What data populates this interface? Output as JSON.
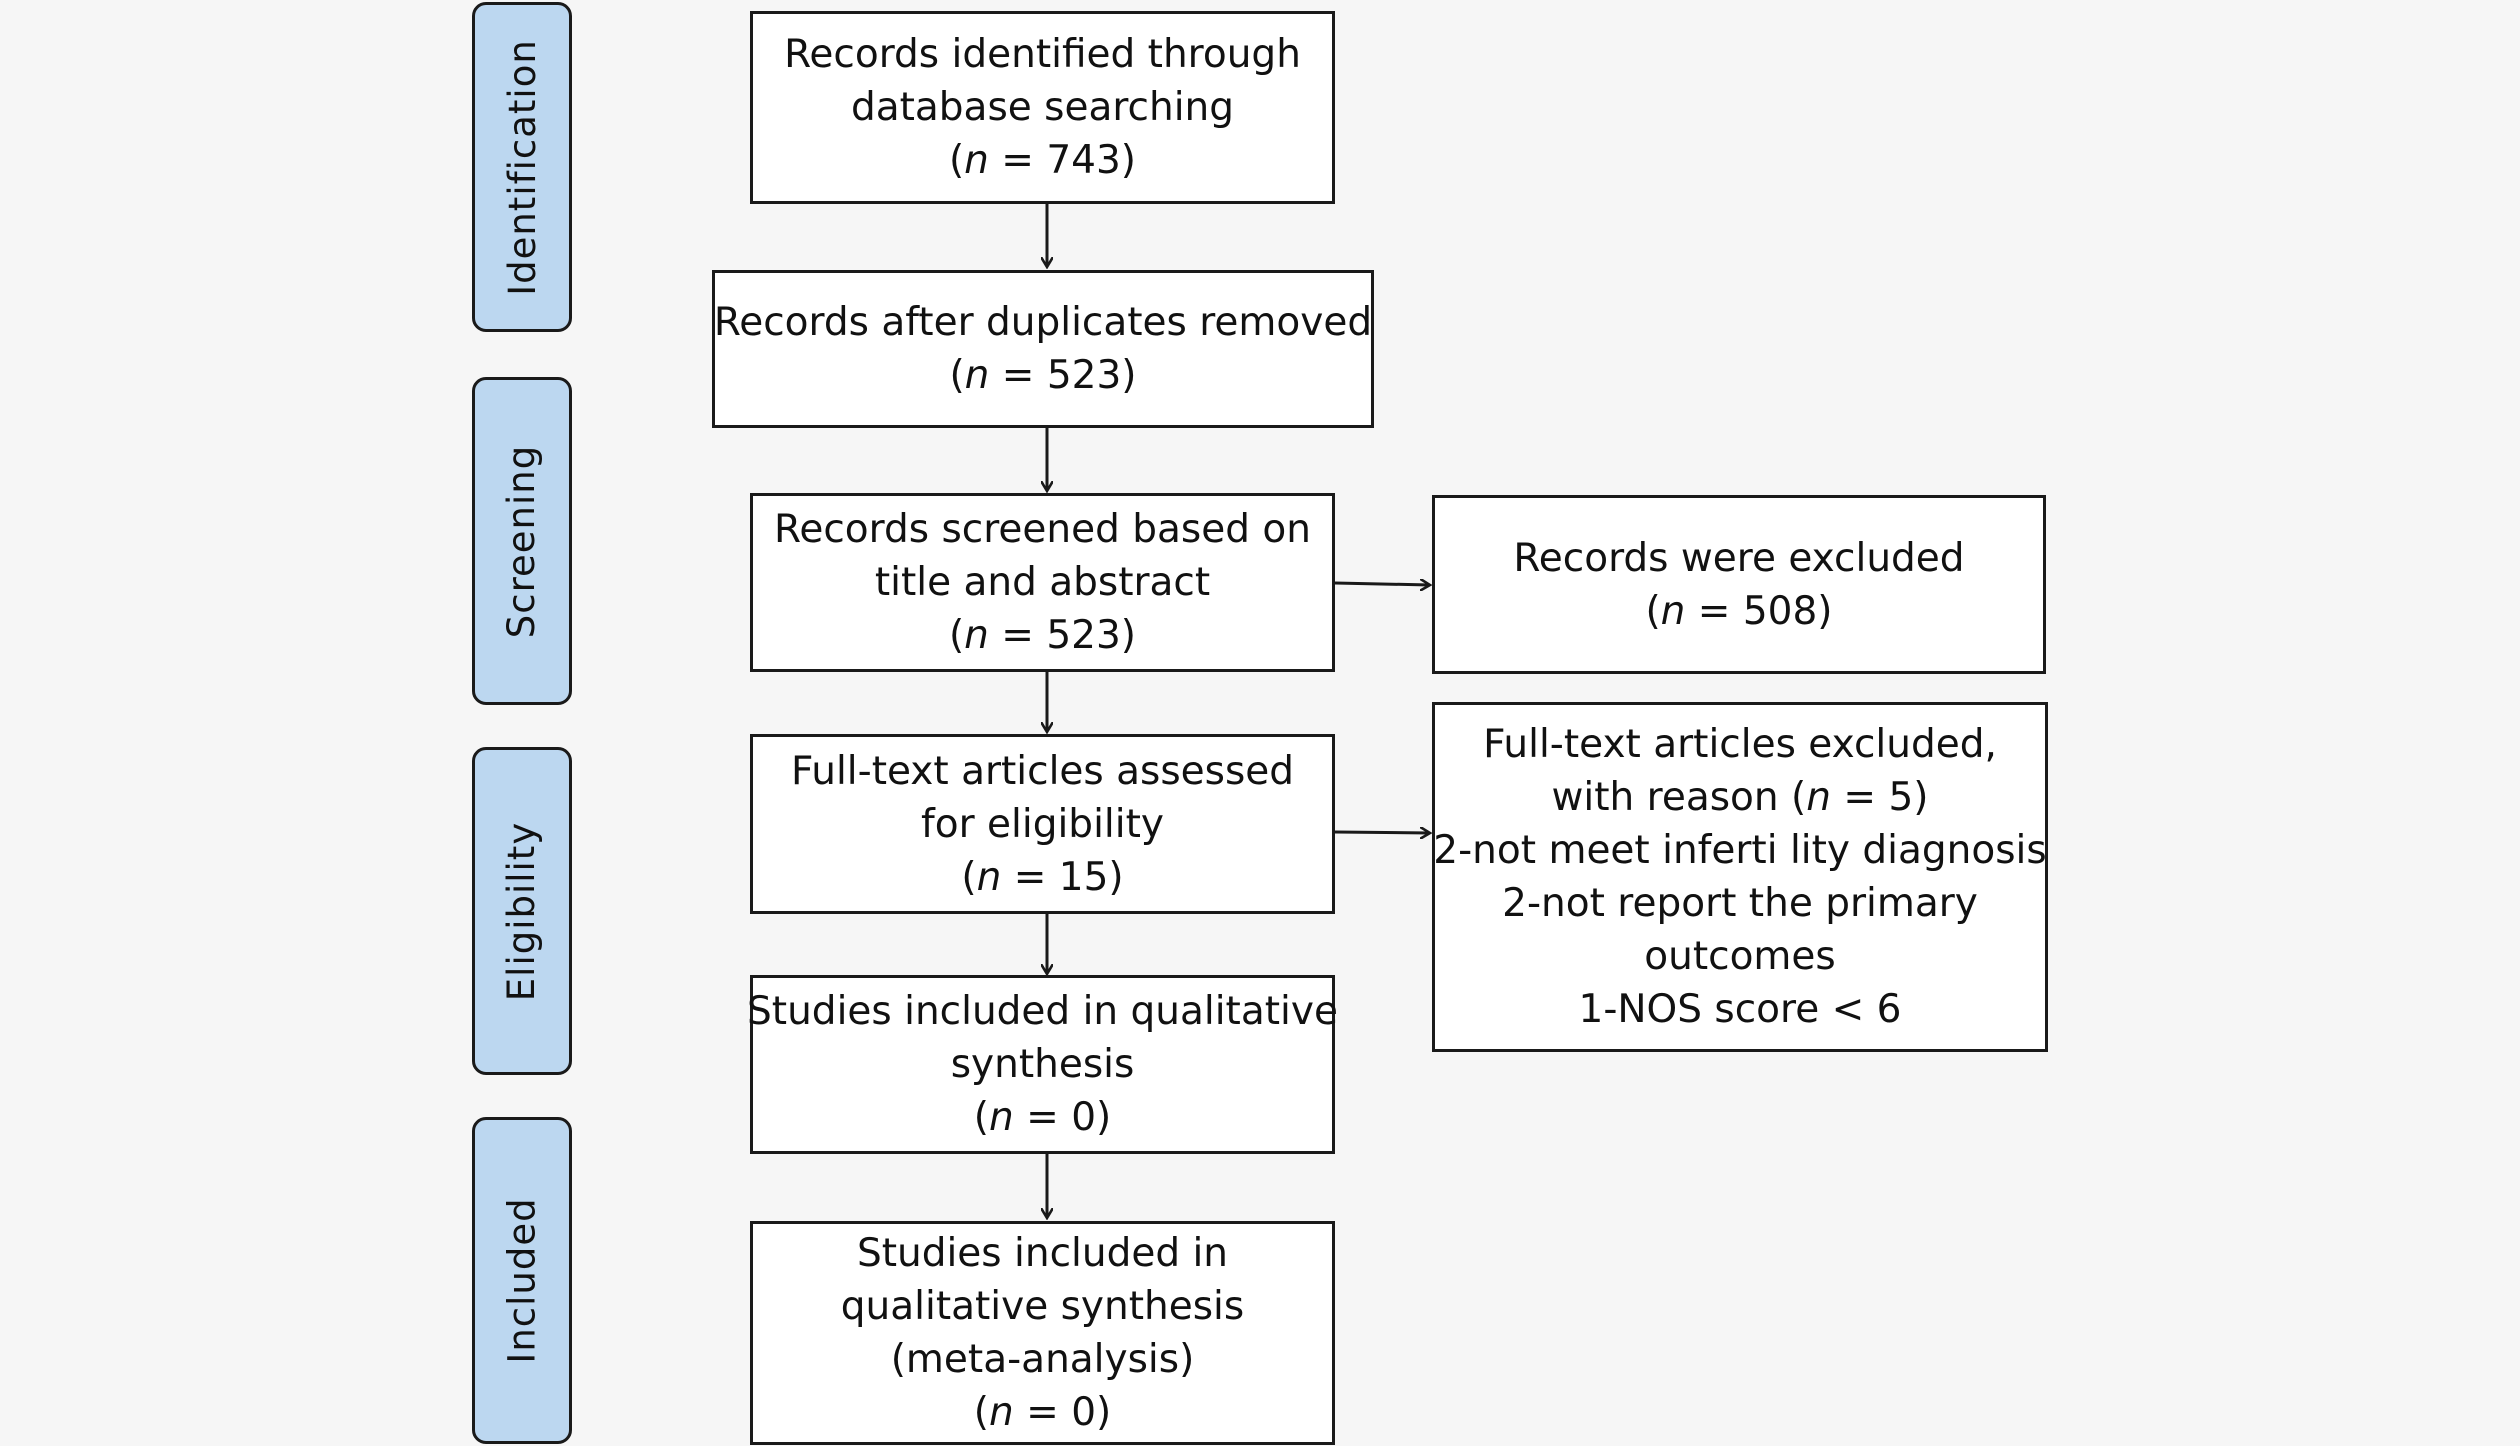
{
  "phases": {
    "identification": "Identification",
    "screening": "Screening",
    "eligibility": "Eligibility",
    "included": "Included"
  },
  "boxes": {
    "identified": {
      "lines": [
        "Records identified through",
        "database searching"
      ],
      "n_prefix": "(",
      "n_var": "n",
      "n_suffix": " = 743)"
    },
    "after_duplicates": {
      "lines": [
        "Records after duplicates removed"
      ],
      "n_prefix": "(",
      "n_var": "n",
      "n_suffix": " = 523)"
    },
    "screened": {
      "lines": [
        "Records screened based on",
        "title and abstract"
      ],
      "n_prefix": "(",
      "n_var": "n",
      "n_suffix": " = 523)"
    },
    "excluded": {
      "lines": [
        "Records were excluded"
      ],
      "n_prefix": "(",
      "n_var": "n",
      "n_suffix": " = 508)"
    },
    "fulltext_assessed": {
      "lines": [
        "Full-text articles assessed",
        "for eligibility"
      ],
      "n_prefix": "(",
      "n_var": "n",
      "n_suffix": " = 15)"
    },
    "fulltext_excluded": {
      "line1": "Full-text articles excluded,",
      "line2_prefix": "with reason (",
      "line2_var": "n",
      "line2_suffix": " = 5)",
      "reasons": [
        "2-not meet inferti lity diagnosis",
        "2-not report the primary",
        "outcomes",
        "1-NOS score < 6"
      ]
    },
    "qualitative": {
      "lines": [
        "Studies included in qualitative",
        "synthesis"
      ],
      "n_prefix": "(",
      "n_var": "n",
      "n_suffix": " = 0)"
    },
    "meta_analysis": {
      "lines": [
        "Studies included in",
        "qualitative synthesis",
        "(meta-analysis)"
      ],
      "n_prefix": "(",
      "n_var": "n",
      "n_suffix": " = 0)"
    }
  },
  "colors": {
    "phase_fill": "#bcd7f0",
    "box_fill": "#ffffff",
    "stroke": "#1a1a1a",
    "background": "#f6f6f6"
  }
}
